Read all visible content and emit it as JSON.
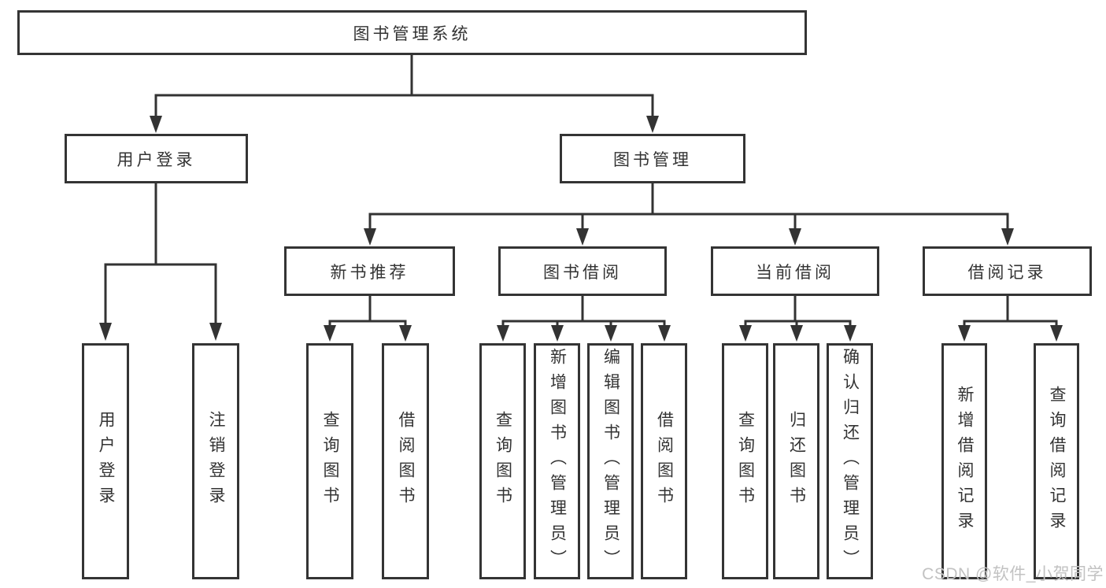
{
  "diagram": {
    "root": {
      "label": "图书管理系统"
    },
    "branches": [
      {
        "label": "用户登录",
        "children": [
          {
            "label": "用户登录"
          },
          {
            "label": "注销登录"
          }
        ]
      },
      {
        "label": "图书管理",
        "children": [
          {
            "label": "新书推荐",
            "children": [
              {
                "label": "查询图书"
              },
              {
                "label": "借阅图书"
              }
            ]
          },
          {
            "label": "图书借阅",
            "children": [
              {
                "label": "查询图书"
              },
              {
                "label": "新增图书（管理员）"
              },
              {
                "label": "编辑图书（管理员）"
              },
              {
                "label": "借阅图书"
              }
            ]
          },
          {
            "label": "当前借阅",
            "children": [
              {
                "label": "查询图书"
              },
              {
                "label": "归还图书"
              },
              {
                "label": "确认归还（管理员）"
              }
            ]
          },
          {
            "label": "借阅记录",
            "children": [
              {
                "label": "新增借阅记录"
              },
              {
                "label": "查询借阅记录"
              }
            ]
          }
        ]
      }
    ]
  },
  "watermark": {
    "text": "CSDN @软件_小贺同学"
  },
  "colors": {
    "line": "#333333",
    "box_border": "#343434",
    "text": "#333333",
    "watermark": "#c2c2c2",
    "background": "#ffffff"
  }
}
